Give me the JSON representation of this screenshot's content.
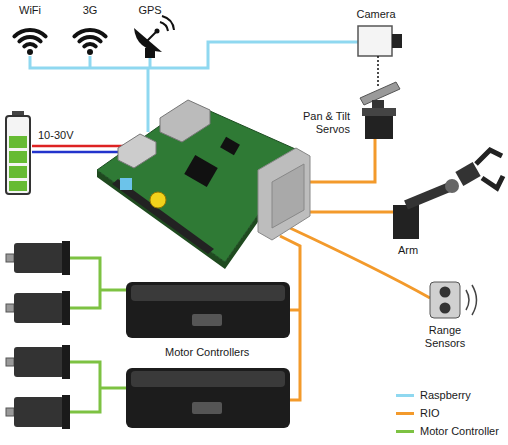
{
  "diagram": {
    "nodes": [
      {
        "text": [
          "WiFi"
        ]
      },
      {
        "text": [
          "3G"
        ]
      },
      {
        "text": [
          "GPS"
        ]
      },
      {
        "text": [
          "Camera"
        ]
      },
      {
        "text": [
          "Pan & Tilt Servos"
        ]
      },
      {
        "text": [
          "Arm"
        ]
      },
      {
        "text": [
          "Range Sensors"
        ]
      }
    ],
    "labels": [
      "10-30V",
      "Motor Controllers"
    ],
    "legend": [
      {
        "text": "Raspberry",
        "color": "#8fd8f0"
      },
      {
        "text": "RIO",
        "color": "#f39a2b"
      },
      {
        "text": "Motor Controller",
        "color": "#7dc242"
      }
    ]
  }
}
